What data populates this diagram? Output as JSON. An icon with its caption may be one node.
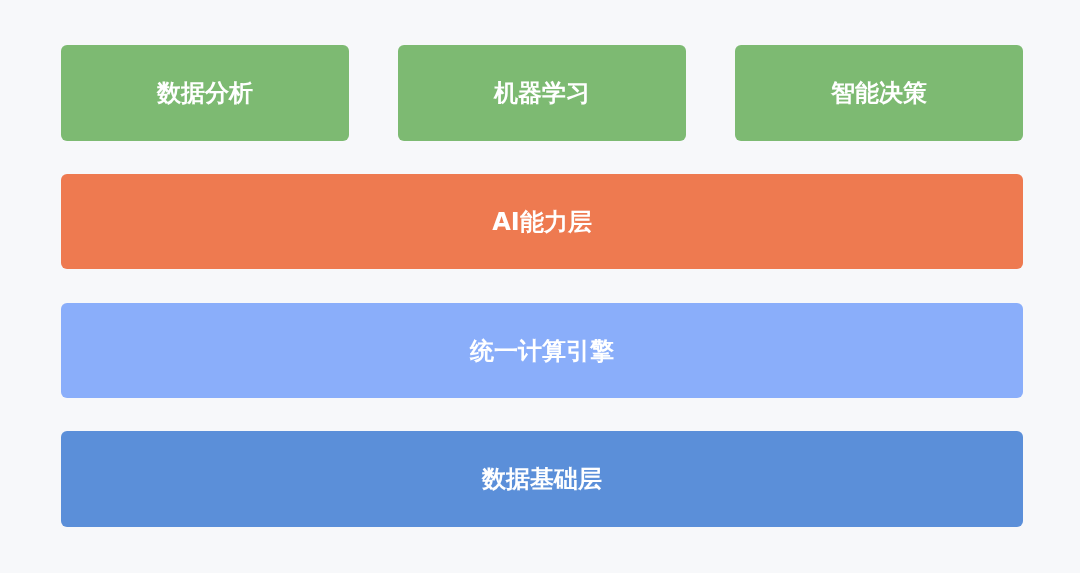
{
  "diagram": {
    "nodes": [
      {
        "text": [
          "数据分析"
        ]
      },
      {
        "text": [
          "机器学习"
        ]
      },
      {
        "text": [
          "智能决策"
        ]
      },
      {
        "text": [
          "AI能力层"
        ]
      },
      {
        "text": [
          "统一计算引擎"
        ]
      },
      {
        "text": [
          "数据基础层"
        ]
      }
    ]
  }
}
